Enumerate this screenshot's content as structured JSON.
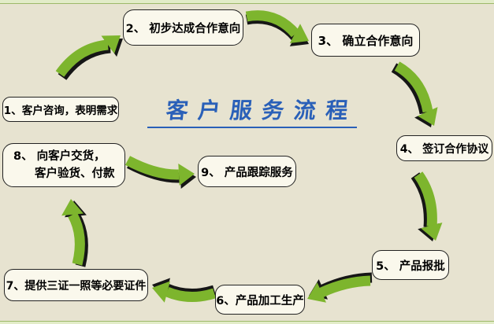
{
  "title": {
    "text": "客户服务流程"
  },
  "nodes": [
    {
      "label": "1、客户咨询，表明需求"
    },
    {
      "label": "2、 初步达成合作意向"
    },
    {
      "label": "3、 确立合作意向"
    },
    {
      "label": "4、 签订合作协议"
    },
    {
      "label": "5、 产品报批"
    },
    {
      "label": "6、产品加工生产"
    },
    {
      "label": "7、提供三证一照等必要证件"
    },
    {
      "line1": "8、 向客户交货，",
      "line2": "客户验货、付款"
    },
    {
      "label": "9、 产品跟踪服务"
    }
  ],
  "colors": {
    "background": "#e7e3d0",
    "box_fill": "#faf8ec",
    "box_border": "#222222",
    "arrow_green": "#7db52d",
    "arrow_shadow": "#161616",
    "title_blue": "#2a60b8",
    "strip_fill": "#e2ecc8",
    "strip_line": "#9db96a"
  }
}
